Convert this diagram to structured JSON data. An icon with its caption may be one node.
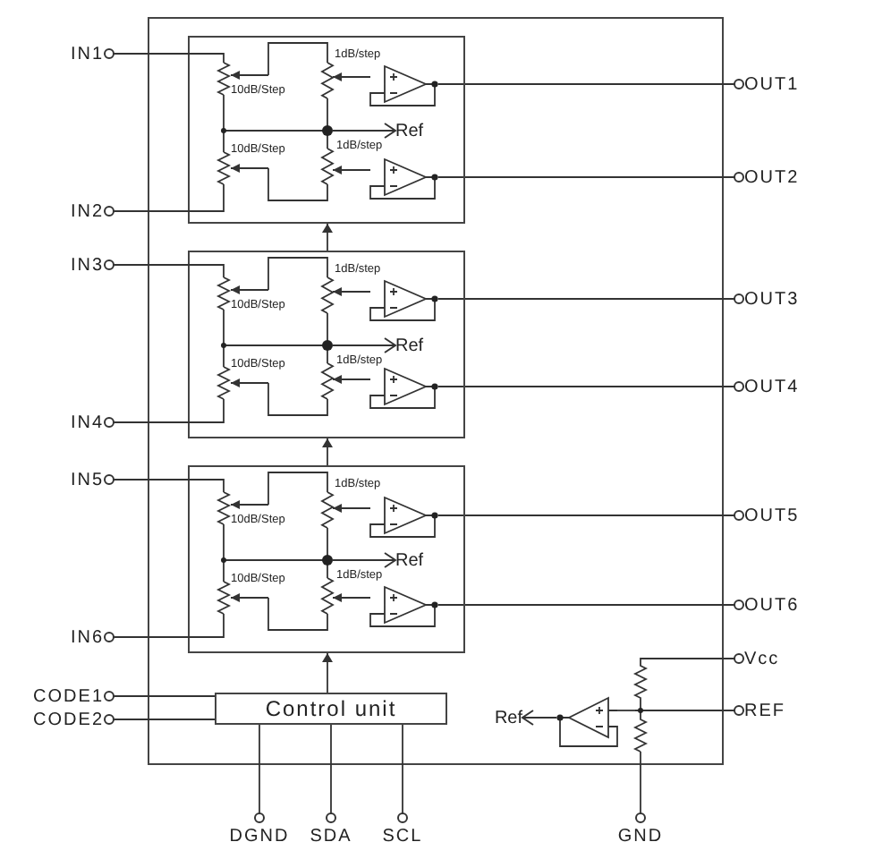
{
  "diagram": {
    "nodes": [
      {
        "text": [
          "IN1"
        ]
      },
      {
        "text": [
          "IN2"
        ]
      },
      {
        "text": [
          "IN3"
        ]
      },
      {
        "text": [
          "IN4"
        ]
      },
      {
        "text": [
          "IN5"
        ]
      },
      {
        "text": [
          "IN6"
        ]
      },
      {
        "text": [],
        "shape": "box"
      },
      {
        "text": [],
        "shape": "box"
      },
      {
        "text": [],
        "shape": "box"
      },
      {
        "text": [
          "Ref"
        ],
        "in": 6
      },
      {
        "text": [
          "Ref"
        ],
        "in": 7
      },
      {
        "text": [
          "Ref"
        ],
        "in": 8
      },
      {
        "text": [
          "OUT1"
        ]
      },
      {
        "text": [
          "OUT2"
        ]
      },
      {
        "text": [
          "OUT3"
        ]
      },
      {
        "text": [
          "OUT4"
        ]
      },
      {
        "text": [
          "OUT5"
        ]
      },
      {
        "text": [
          "OUT6"
        ]
      },
      {
        "text": [
          "CODE1"
        ]
      },
      {
        "text": [
          "CODE2"
        ]
      },
      {
        "text": [
          "Control unit"
        ]
      },
      {
        "text": [
          "Vcc"
        ]
      },
      {
        "text": [
          "Ref"
        ]
      },
      {
        "text": [
          "REF"
        ]
      },
      {
        "text": [
          "DGND"
        ]
      },
      {
        "text": [
          "SDA"
        ]
      },
      {
        "text": [
          "SCL"
        ]
      },
      {
        "text": [
          "GND"
        ]
      },
      {
        "text": [],
        "shape": "resistor",
        "in": 6
      },
      {
        "text": [],
        "shape": "triangle",
        "in": 6
      },
      {
        "text": [],
        "shape": "triangle",
        "in": 6
      },
      {
        "text": [],
        "shape": "resistor",
        "in": 7
      },
      {
        "text": [],
        "shape": "triangle",
        "in": 7
      },
      {
        "text": [],
        "shape": "triangle",
        "in": 7
      },
      {
        "text": [],
        "shape": "resistor",
        "in": 8
      },
      {
        "text": [],
        "shape": "triangle",
        "in": 8
      },
      {
        "text": [],
        "shape": "triangle",
        "in": 8
      },
      {
        "text": [],
        "shape": "resistor"
      },
      {
        "text": [],
        "shape": "triangle"
      }
    ],
    "edges": [
      {
        "from": 0,
        "to": 28,
        "arrow": "other"
      },
      {
        "from": 1,
        "to": 28,
        "arrow": "other"
      },
      {
        "from": 2,
        "to": 31,
        "arrow": "other"
      },
      {
        "from": 3,
        "to": 31,
        "arrow": "other"
      },
      {
        "from": 4,
        "to": 34,
        "arrow": "other"
      },
      {
        "from": 5,
        "to": 34,
        "arrow": "other"
      },
      {
        "from": 12,
        "to": 29,
        "arrow": "other"
      },
      {
        "from": 13,
        "to": 30,
        "arrow": "other"
      },
      {
        "from": 14,
        "to": 32,
        "arrow": "other"
      },
      {
        "from": 15,
        "to": 33,
        "arrow": "other"
      },
      {
        "from": 16,
        "to": 35,
        "arrow": "other"
      },
      {
        "from": 17,
        "to": 36,
        "arrow": "other"
      },
      {
        "from": 28,
        "to": 9,
        "arrow": "to"
      },
      {
        "from": 31,
        "to": 10,
        "arrow": "to"
      },
      {
        "from": 34,
        "to": 11,
        "arrow": "to"
      },
      {
        "from": 7,
        "to": 6,
        "arrow": "to"
      },
      {
        "from": 8,
        "to": 7,
        "arrow": "to"
      },
      {
        "from": 20,
        "to": 8,
        "arrow": "to"
      },
      {
        "from": 18,
        "to": 20,
        "arrow": "other"
      },
      {
        "from": 19,
        "to": 20,
        "arrow": "other"
      },
      {
        "from": 24,
        "to": 20,
        "arrow": "other"
      },
      {
        "from": 25,
        "to": 20,
        "arrow": "other"
      },
      {
        "from": 26,
        "to": 20,
        "arrow": "other"
      },
      {
        "from": 21,
        "to": 37,
        "arrow": "other"
      },
      {
        "from": 23,
        "to": 37,
        "arrow": "other"
      },
      {
        "from": 27,
        "to": 37,
        "arrow": "other"
      },
      {
        "from": 38,
        "to": 22,
        "arrow": "to"
      },
      {
        "from": 37,
        "to": 38,
        "arrow": "none"
      },
      {
        "from": 29,
        "to": 28,
        "arrow": "to"
      },
      {
        "from": 30,
        "to": 28,
        "arrow": "to"
      },
      {
        "from": 32,
        "to": 31,
        "arrow": "to"
      },
      {
        "from": 33,
        "to": 31,
        "arrow": "to"
      },
      {
        "from": 35,
        "to": 34,
        "arrow": "to"
      },
      {
        "from": 36,
        "to": 34,
        "arrow": "to"
      }
    ],
    "labels": [
      "1dB/step",
      "10dB/Step",
      "1dB/step",
      "10dB/Step",
      "1dB/step",
      "10dB/Step",
      "1dB/step",
      "10dB/Step",
      "1dB/step",
      "10dB/Step",
      "1dB/step",
      "10dB/Step"
    ]
  }
}
